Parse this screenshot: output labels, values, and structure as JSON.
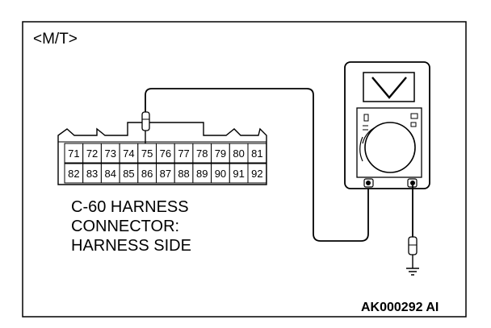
{
  "variant_label": "<M/T>",
  "connector": {
    "top_row": [
      "71",
      "72",
      "73",
      "74",
      "75",
      "76",
      "77",
      "78",
      "79",
      "80",
      "81"
    ],
    "bottom_row": [
      "82",
      "83",
      "84",
      "85",
      "86",
      "87",
      "88",
      "89",
      "90",
      "91",
      "92"
    ],
    "caption_lines": [
      "C-60 HARNESS",
      "CONNECTOR:",
      "HARNESS SIDE"
    ]
  },
  "meter": {
    "display_icon": "voltage-v-icon",
    "mode_symbol": "V"
  },
  "ground_icon": "ground-icon",
  "figure_id": "AK000292 AI"
}
